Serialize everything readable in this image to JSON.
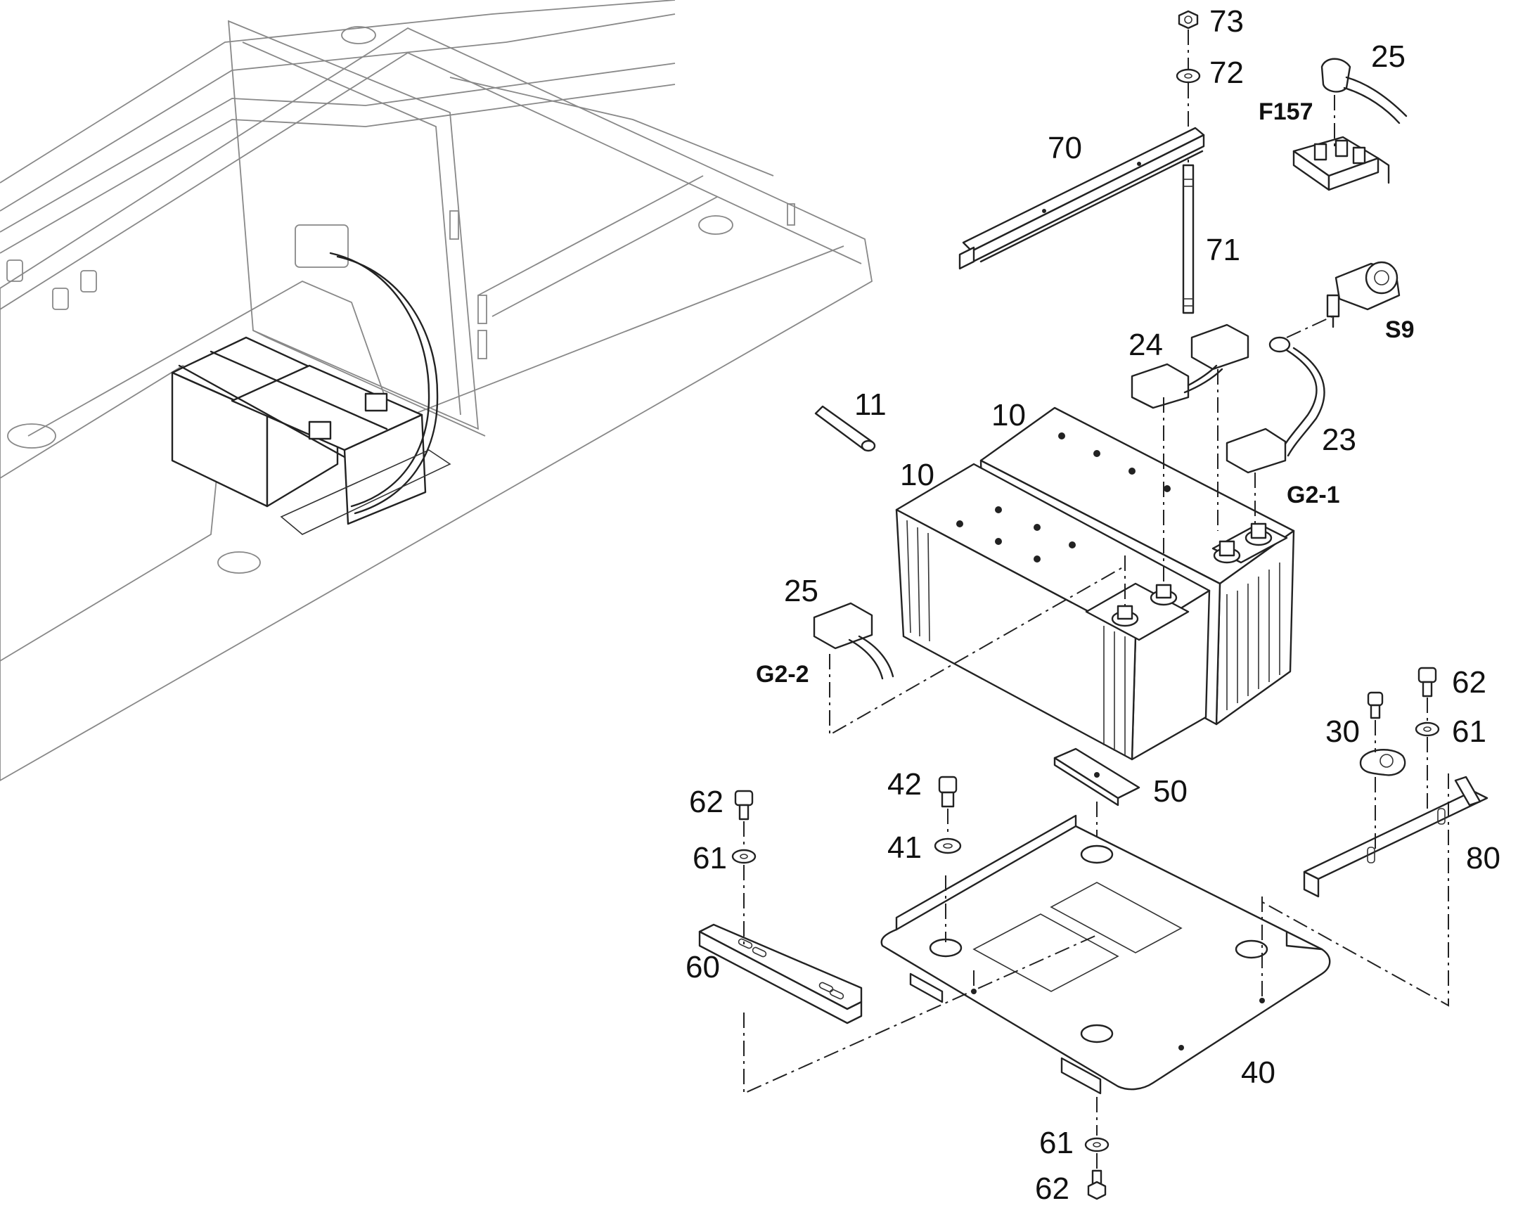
{
  "callouts": {
    "c73": "73",
    "c72": "72",
    "c25_top": "25",
    "c70": "70",
    "c71": "71",
    "c24": "24",
    "c23": "23",
    "c11": "11",
    "c10_a": "10",
    "c10_b": "10",
    "c25_left": "25",
    "c62_right": "62",
    "c61_right": "61",
    "c30": "30",
    "c62_left": "62",
    "c61_left": "61",
    "c42": "42",
    "c41": "41",
    "c50": "50",
    "c80": "80",
    "c60": "60",
    "c40": "40",
    "c61_bottom": "61",
    "c62_bottom": "62"
  },
  "references": {
    "f157": "F157",
    "s9": "S9",
    "g2_1": "G2-1",
    "g2_2": "G2-2"
  }
}
